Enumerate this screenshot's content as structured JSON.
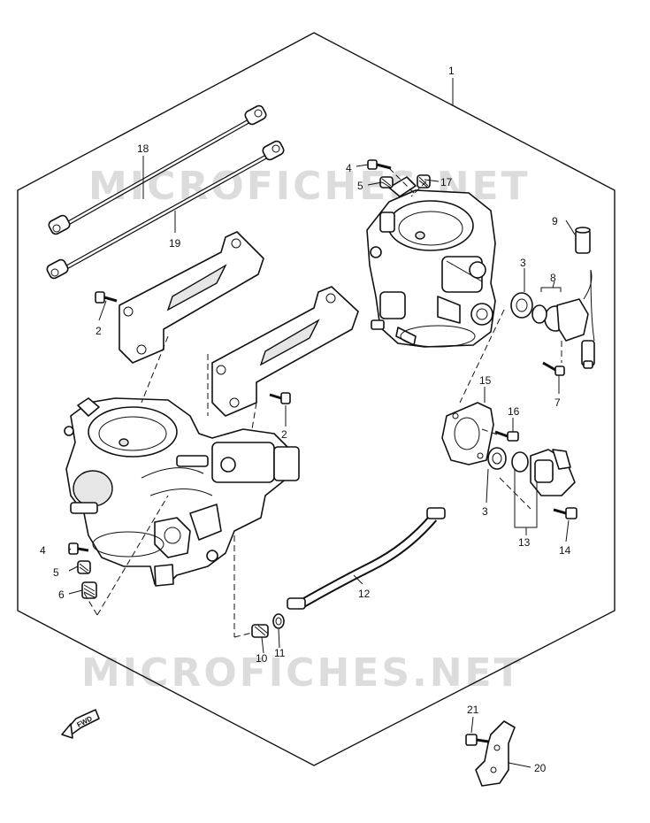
{
  "watermark": "MICROFICHES.NET",
  "fwd_label": "FWD",
  "callouts": [
    "1",
    "2",
    "2",
    "3",
    "3",
    "4",
    "4",
    "5",
    "5",
    "6",
    "7",
    "8",
    "9",
    "10",
    "11",
    "12",
    "13",
    "14",
    "15",
    "16",
    "17",
    "18",
    "19",
    "20",
    "21"
  ],
  "colors": {
    "line": "#111111",
    "background": "#ffffff",
    "watermark": "#dcdcdc"
  }
}
